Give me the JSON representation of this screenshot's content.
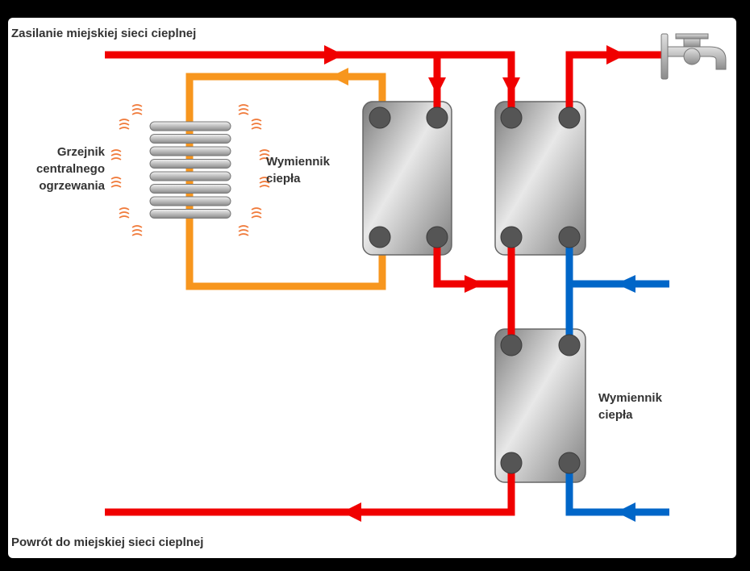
{
  "labels": {
    "supply": "Zasilanie miejskiej sieci cieplnej",
    "return": "Powrót do miejskiej sieci cieplnej",
    "radiator": [
      "Grzejnik",
      "centralnego",
      "ogrzewania"
    ],
    "exchanger_a": [
      "Wymiennik",
      "ciepła"
    ],
    "exchanger_b": [
      "Wymiennik",
      "ciepła"
    ]
  },
  "colors": {
    "hot": "#f00000",
    "cold": "#0066c8",
    "heating_loop": "#f7961e",
    "exchanger": "#9a9a9a",
    "port": "#555555"
  },
  "icons": {
    "tap": "faucet-icon",
    "radiator": "radiator-icon"
  }
}
